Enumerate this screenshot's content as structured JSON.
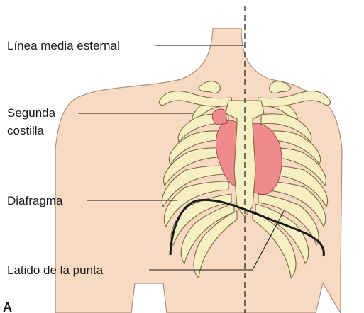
{
  "figure": {
    "panel_label": "A",
    "labels": {
      "midline": "Línea media esternal",
      "second_rib_line1": "Segunda",
      "second_rib_line2": "costilla",
      "diaphragm": "Diafragma",
      "apex_beat": "Latido de la punta"
    },
    "colors": {
      "skin": "#f8d9c2",
      "skin_outline": "#b08f7c",
      "bone": "#f6efc4",
      "bone_outline": "#7a6a3c",
      "heart": "#ef8b8b",
      "line": "#1a1a1a"
    }
  }
}
